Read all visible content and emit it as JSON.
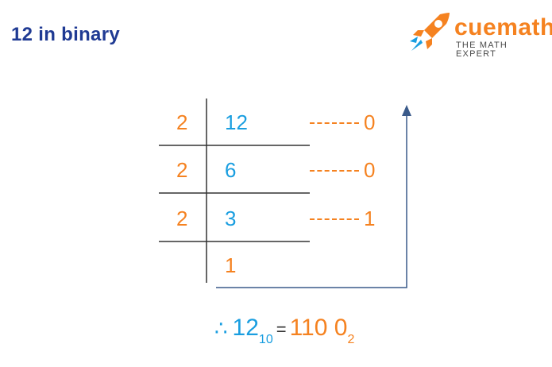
{
  "title": "12 in binary",
  "logo": {
    "brand": "cuemath",
    "tagline": "THE MATH EXPERT",
    "icon": "rocket-icon"
  },
  "division": {
    "rows": [
      {
        "divisor": "2",
        "quotient": "12",
        "remainder": "0"
      },
      {
        "divisor": "2",
        "quotient": "6",
        "remainder": "0"
      },
      {
        "divisor": "2",
        "quotient": "3",
        "remainder": "1"
      }
    ],
    "final": "1"
  },
  "result": {
    "therefore": "∴",
    "number": "12",
    "base_from": "10",
    "equals": "=",
    "binary": "110 0",
    "base_to": "2"
  },
  "colors": {
    "blue": "#1a9ee0",
    "orange": "#f58220",
    "title": "#1f3a93",
    "arrow": "#3a5a8a"
  }
}
